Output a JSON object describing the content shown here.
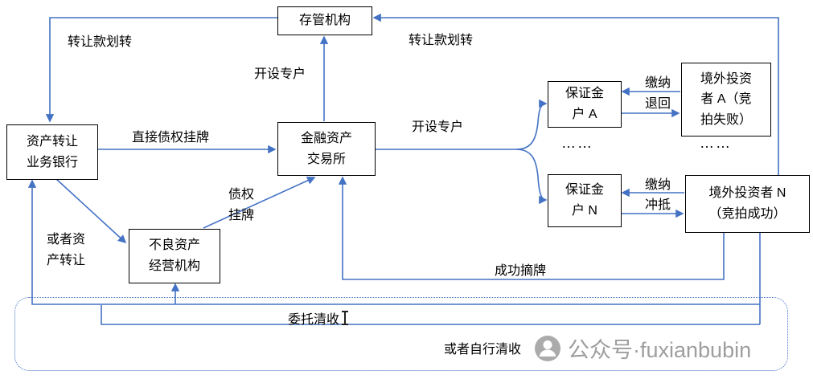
{
  "diagram": {
    "boxes": {
      "custodian": {
        "label": "存管机构"
      },
      "bank": {
        "label": "资产转让\n业务银行"
      },
      "exchange": {
        "label": "金融资产\n交易所"
      },
      "margin_a": {
        "label": "保证金\n户 A"
      },
      "investor_a": {
        "label": "境外投资\n者 A（竞\n拍失败）"
      },
      "margin_n": {
        "label": "保证金\n户 N"
      },
      "investor_n": {
        "label": "境外投资者 N\n（竞拍成功）"
      },
      "npa": {
        "label": "不良资产\n经营机构"
      }
    },
    "labels": {
      "transfer_left": "转让款划转",
      "transfer_right": "转让款划转",
      "open_account_top": "开设专户",
      "direct_listing": "直接债权挂牌",
      "open_account_right": "开设专户",
      "pay_refund_top": "缴纳",
      "pay_refund_bottom": "退回",
      "pay_offset_top": "缴纳",
      "pay_offset_bottom": "冲抵",
      "claim_listing": "债权\n挂牌",
      "or_asset_transfer": "或者资\n产转让",
      "success_delisting": "成功摘牌",
      "entrusted_collection": "委托清收",
      "self_collection": "或者自行清收",
      "ellipsis_mid": "……",
      "ellipsis_right": "……"
    },
    "watermark": {
      "text": "公众号·fuxianbubin"
    },
    "colors": {
      "line": "#4472C4",
      "border": "#000000",
      "watermark": "#9E9E9E"
    }
  }
}
